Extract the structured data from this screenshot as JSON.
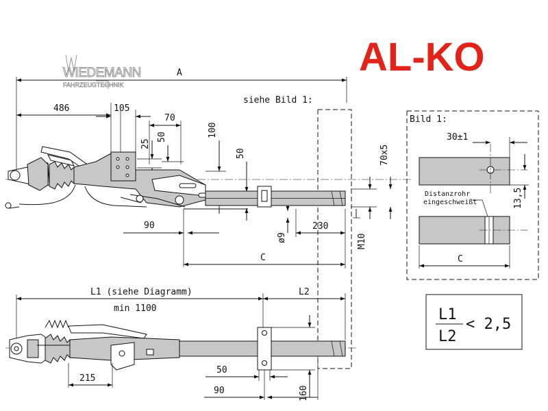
{
  "logos": {
    "alko": "AL-KO",
    "wiedemann_line1": "WIEDEMANN",
    "wiedemann_line2": "FAHRZEUGTECHNIK"
  },
  "top_view": {
    "dim_a": "A",
    "dim_486": "486",
    "dim_105": "105",
    "dim_70": "70",
    "dim_25": "25",
    "dim_50_upper": "50",
    "dim_100": "100",
    "dim_50_mid": "50",
    "dim_70x5": "70x5",
    "dim_90": "90",
    "dim_phi9": "ø9",
    "dim_230": "230",
    "dim_m10": "M10",
    "dim_c": "C",
    "see_picture": "siehe Bild 1:"
  },
  "detail": {
    "title": "Bild 1:",
    "dim_30": "30±1",
    "dim_13_5": "13,5",
    "note_line1": "Distanzrohr",
    "note_line2": "eingeschweißt",
    "dim_c": "C"
  },
  "formula": {
    "numerator": "L1",
    "denominator": "L2",
    "relation": "< 2,5"
  },
  "bottom_view": {
    "dim_l1": "L1 (siehe Diagramm)",
    "dim_min": "min 1100",
    "dim_l2": "L2",
    "dim_215": "215",
    "dim_50": "50",
    "dim_90": "90",
    "dim_160": "160"
  }
}
